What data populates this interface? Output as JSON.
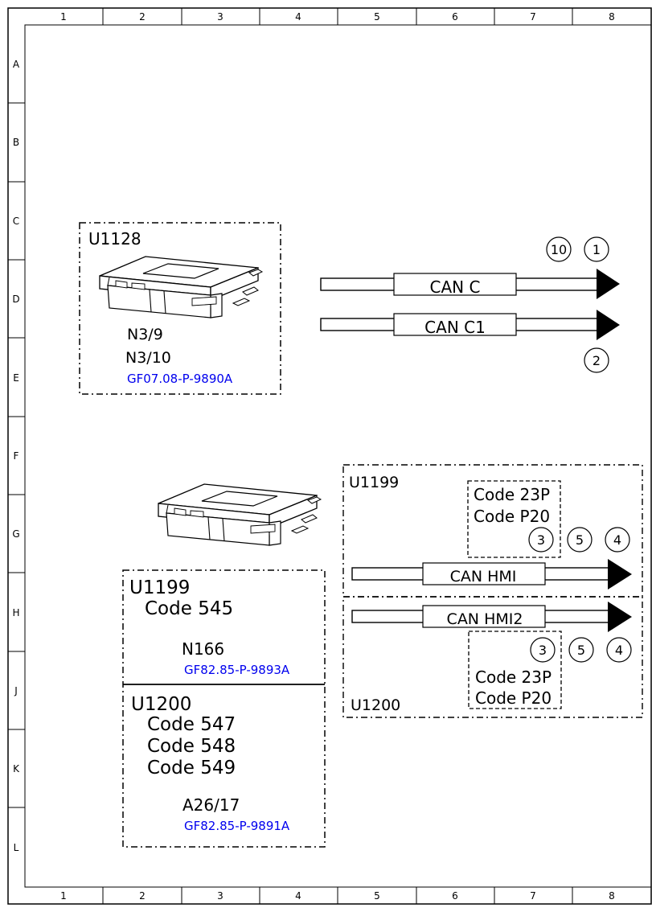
{
  "frame": {
    "columns": [
      "1",
      "2",
      "3",
      "4",
      "5",
      "6",
      "7",
      "8"
    ],
    "rows": [
      "A",
      "B",
      "C",
      "D",
      "E",
      "F",
      "G",
      "H",
      "J",
      "K",
      "L"
    ]
  },
  "colors": {
    "reference_link": "#0000ee",
    "line": "#000000"
  },
  "module_u1128": {
    "label": "U1128",
    "components": [
      "N3/9",
      "N3/10"
    ],
    "ref": "GF07.08-P-9890A",
    "icon": "control-unit-icon"
  },
  "can_c_group": {
    "bus1": "CAN C",
    "bus2": "CAN C1",
    "markers_top": [
      "10",
      "1"
    ],
    "marker_bottom": "2"
  },
  "module_lower": {
    "icon": "control-unit-icon",
    "u1199": {
      "label": "U1199",
      "code": "Code 545",
      "component": "N166",
      "ref": "GF82.85-P-9893A"
    },
    "u1200": {
      "label": "U1200",
      "codes": [
        "Code 547",
        "Code 548",
        "Code 549"
      ],
      "component": "A26/17",
      "ref": "GF82.85-P-9891A"
    }
  },
  "hmi_group": {
    "upper": {
      "label": "U1199",
      "codes": [
        "Code 23P",
        "Code P20"
      ],
      "markers": [
        "3",
        "5",
        "4"
      ],
      "bus": "CAN HMI"
    },
    "lower": {
      "label": "U1200",
      "codes": [
        "Code 23P",
        "Code P20"
      ],
      "markers": [
        "3",
        "5",
        "4"
      ],
      "bus": "CAN HMI2"
    }
  }
}
